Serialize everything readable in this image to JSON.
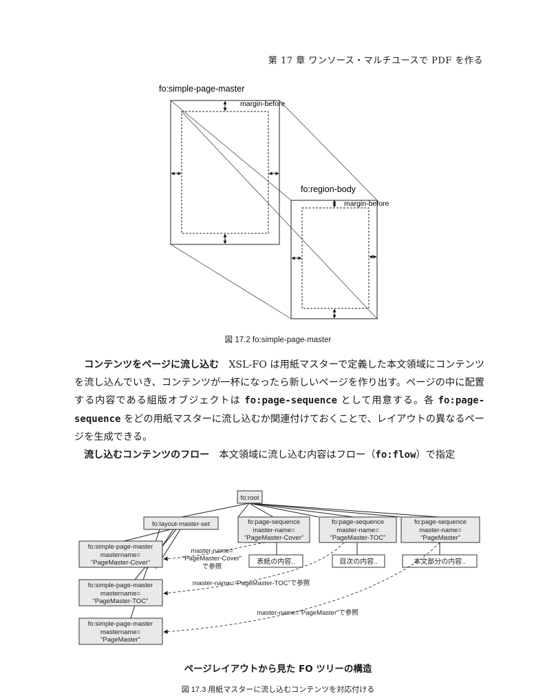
{
  "header": {
    "text": "第 17 章 ワンソース・マルチユースで PDF を作る"
  },
  "figure1": {
    "label_master": "fo:simple-page-master",
    "label_region": "fo:region-body",
    "margin_before_1": "margin-before",
    "margin_before_2": "margin-before",
    "caption": "図 17.2  fo:simple-page-master"
  },
  "body": {
    "p1_lead": "コンテンツをページに流し込む",
    "p1_text_a": "XSL-FO は用紙マスターで定義した本文領域にコンテンツを流し込んでいき、コンテンツが一杯になったら新しいページを作り出す。ページの中に配置する内容である組版オブジェクトは ",
    "p1_code1": "fo:page-sequence",
    "p1_text_b": " として用意する。各 ",
    "p1_code2": "fo:page-sequence",
    "p1_text_c": " をどの用紙マスターに流し込むか関連付けておくことで、レイアウトの異なるページを生成できる。",
    "p2_lead": "流し込むコンテンツのフロー",
    "p2_text_a": "本文領域に流し込む内容はフロー（",
    "p2_code": "fo:flow",
    "p2_text_b": "）で指定"
  },
  "figure2": {
    "root": "fo:root",
    "layout_master_set": "fo:layout-master-set",
    "seq1": [
      "fo:page-sequence",
      "master-name=",
      "“PageMaster-Cover”"
    ],
    "seq2": [
      "fo:page-sequence",
      "master-name=",
      "“PageMaster-TOC”"
    ],
    "seq3": [
      "fo:page-sequence",
      "master-name=",
      "“PageMaster”"
    ],
    "spm1": [
      "fo:simple-page-master",
      "mastername=",
      "“PageMaster-Cover”"
    ],
    "spm2": [
      "fo:simple-page-master",
      "mastername=",
      "“PageMaster-TOC”"
    ],
    "spm3": [
      "fo:simple-page-master",
      "mastername=",
      "“PageMaster”"
    ],
    "leaf1": "表紙の内容..",
    "leaf2": "目次の内容..",
    "leaf3": "本文部分の内容..",
    "ref1": [
      "master-name=",
      "“PageMaster-Cover”",
      "で参照"
    ],
    "ref2": "master-name=“PageMaster-TOC”で参照",
    "ref3": "master-name=“PageMaster”で参照",
    "subtitle": "ページレイアウトから見た FO ツリーの構造",
    "caption": "図 17.3  用紙マスターに流し込むコンテンツを対応付ける"
  }
}
